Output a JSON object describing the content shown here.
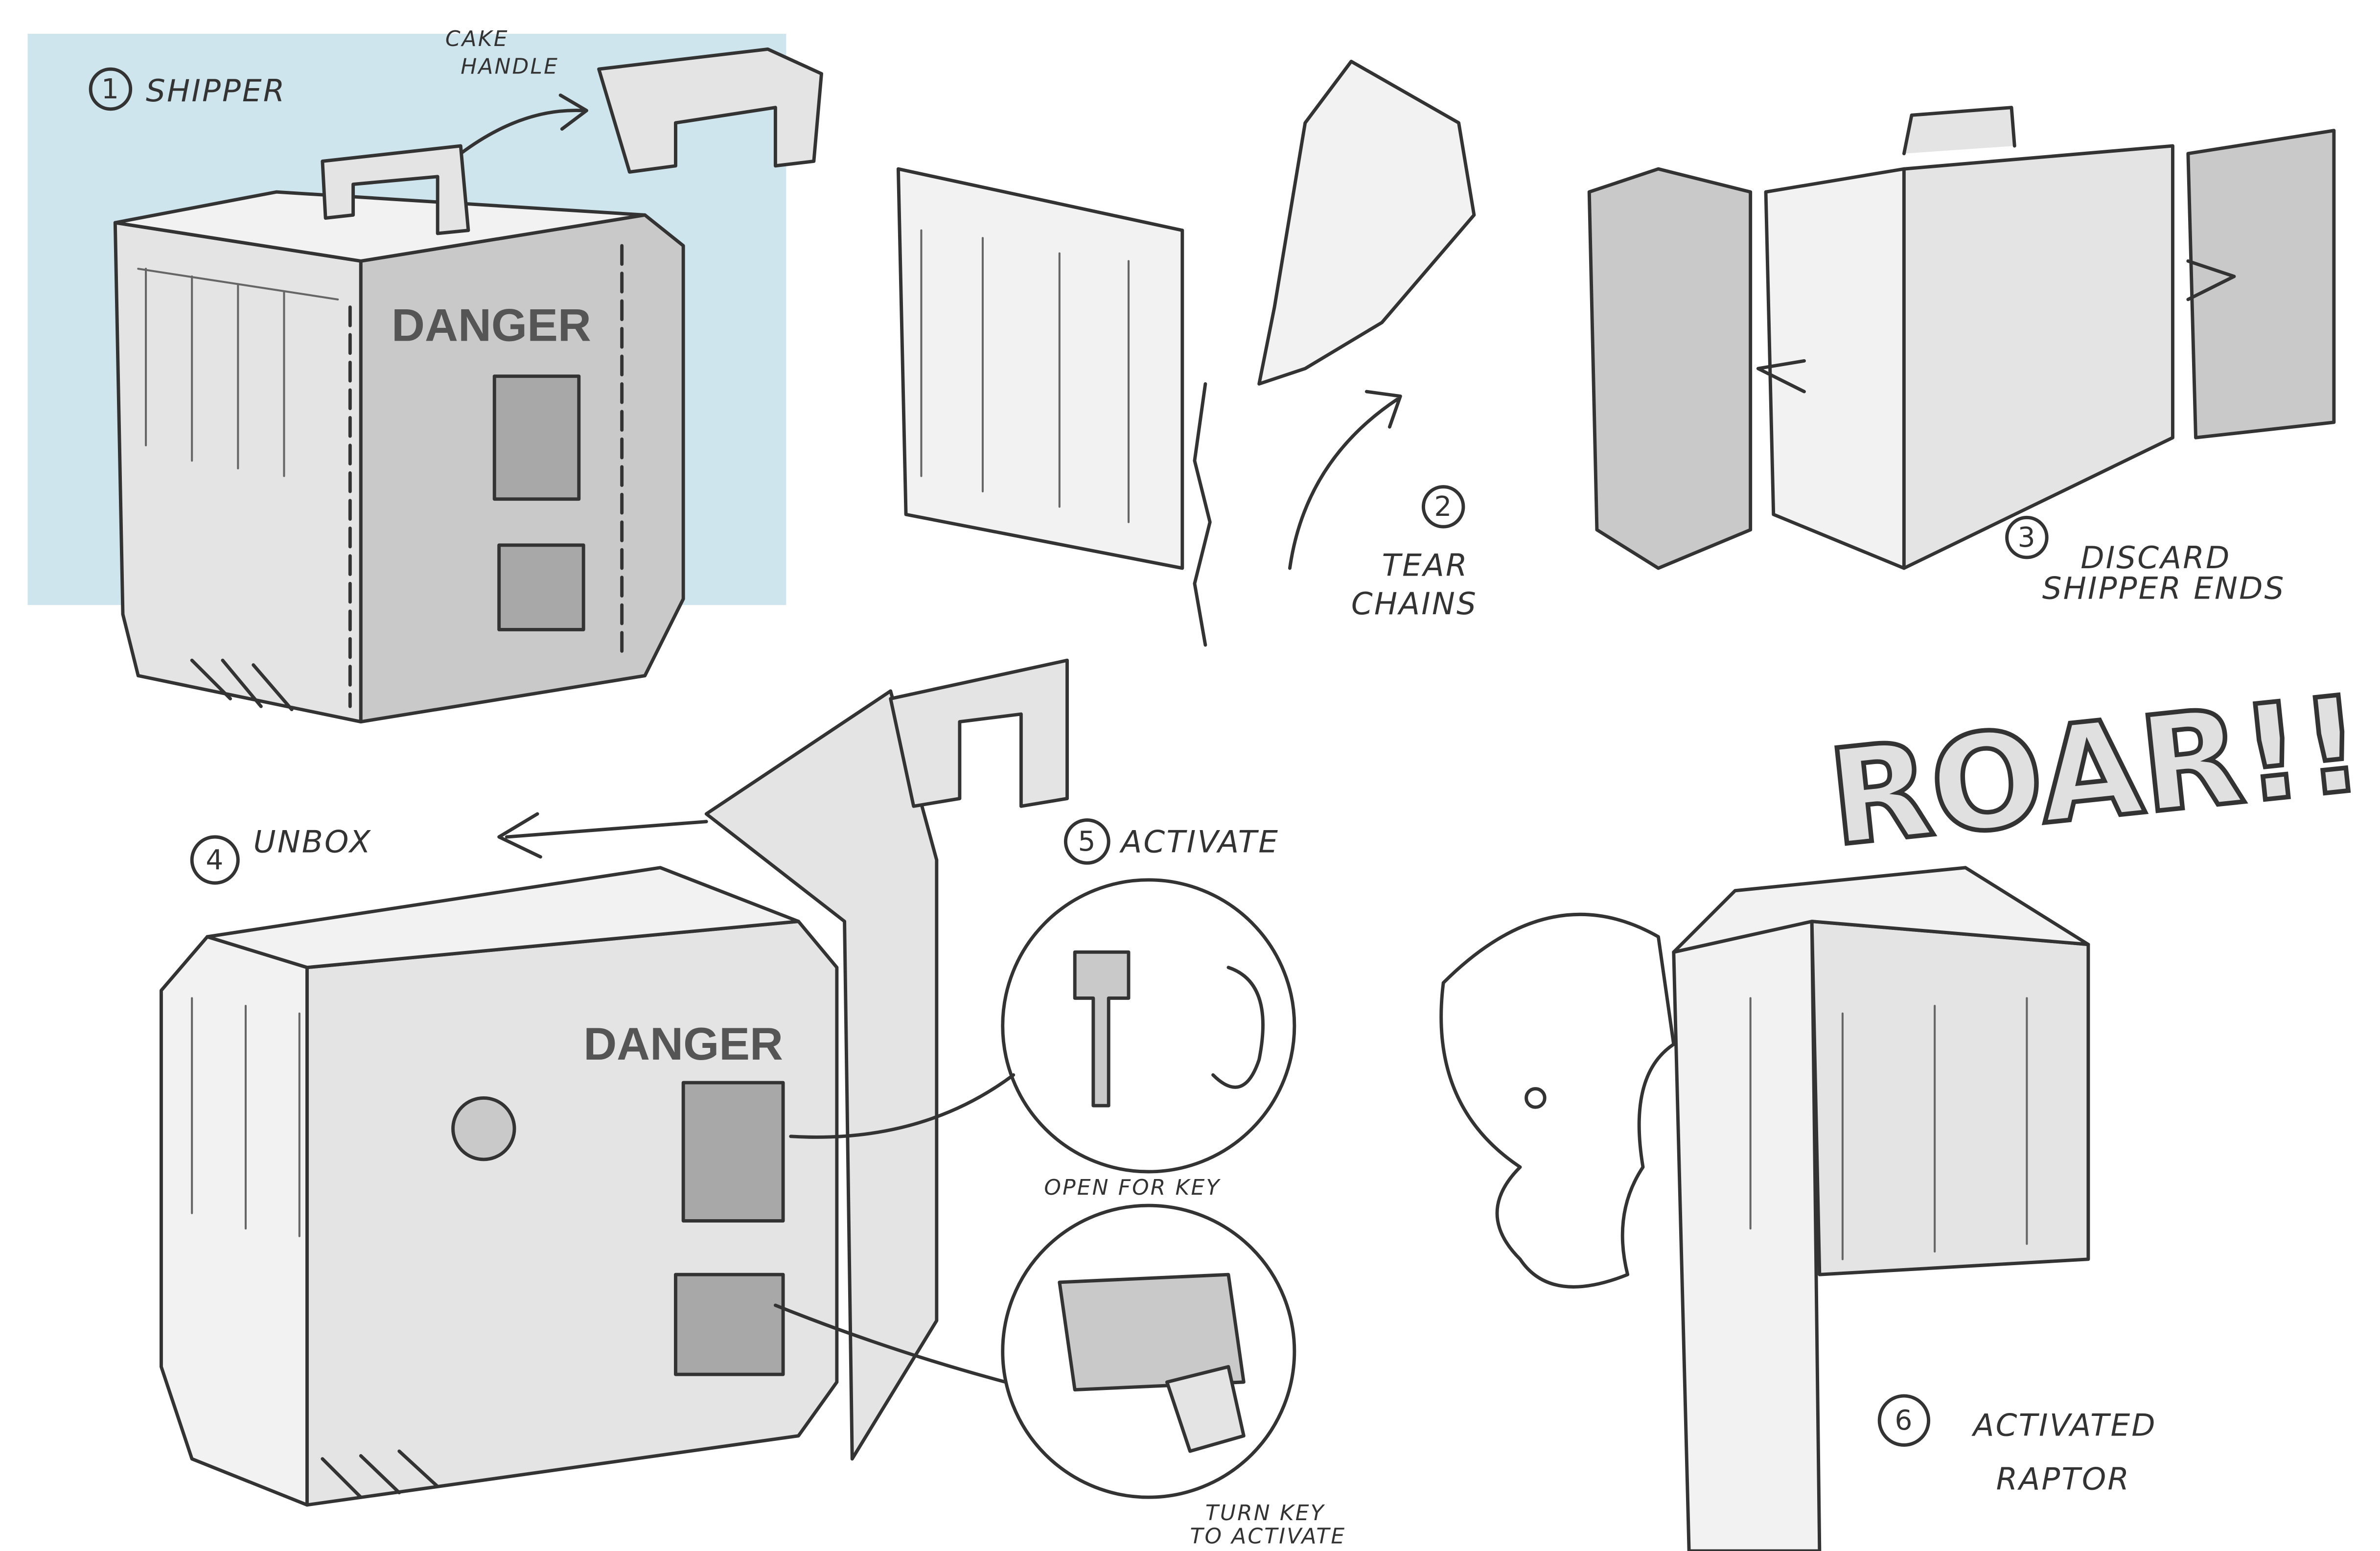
{
  "steps": [
    {
      "number": "1",
      "label": "SHIPPER"
    },
    {
      "number": "2",
      "label_line1": "TEAR",
      "label_line2": "CHAINS"
    },
    {
      "number": "3",
      "label_line1": "DISCARD",
      "label_line2": "SHIPPER ENDS"
    },
    {
      "number": "4",
      "label": "UNBOX"
    },
    {
      "number": "5",
      "label": "ACTIVATE"
    },
    {
      "number": "6",
      "label_line1": "ACTIVATED",
      "label_line2": "RAPTOR"
    }
  ],
  "annotations": {
    "cake_handle_line1": "CAKE",
    "cake_handle_line2": "HANDLE",
    "open_for_key": "OPEN FOR KEY",
    "turn_key_line1": "TURN KEY",
    "turn_key_line2": "TO ACTIVATE",
    "roar": "ROAR!!"
  },
  "box_labels": {
    "danger_1": "DANGER",
    "danger_4": "DANGER"
  },
  "colors": {
    "panel_background": "#cfe5ee",
    "ink": "#333333"
  }
}
